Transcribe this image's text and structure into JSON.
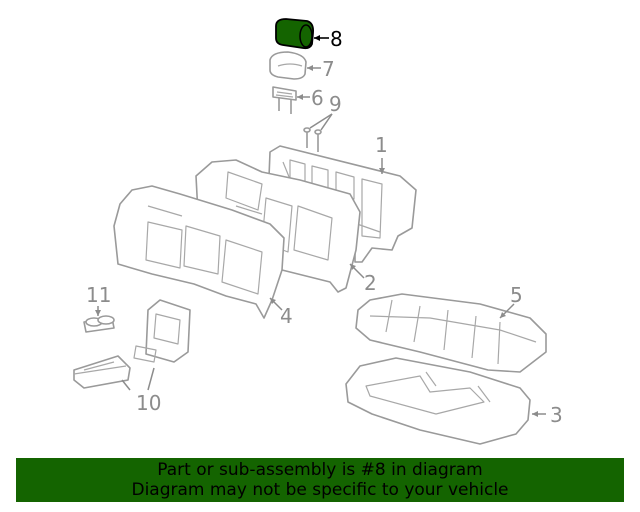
{
  "diagram": {
    "callouts": [
      "1",
      "2",
      "3",
      "4",
      "5",
      "6",
      "7",
      "8",
      "9",
      "10",
      "11"
    ],
    "highlight_part": "8",
    "highlight_color": "#146400"
  },
  "banner": {
    "line1": "Part or sub-assembly is #8 in diagram",
    "line2": "Diagram may not be specific to your vehicle",
    "background": "#146400"
  }
}
